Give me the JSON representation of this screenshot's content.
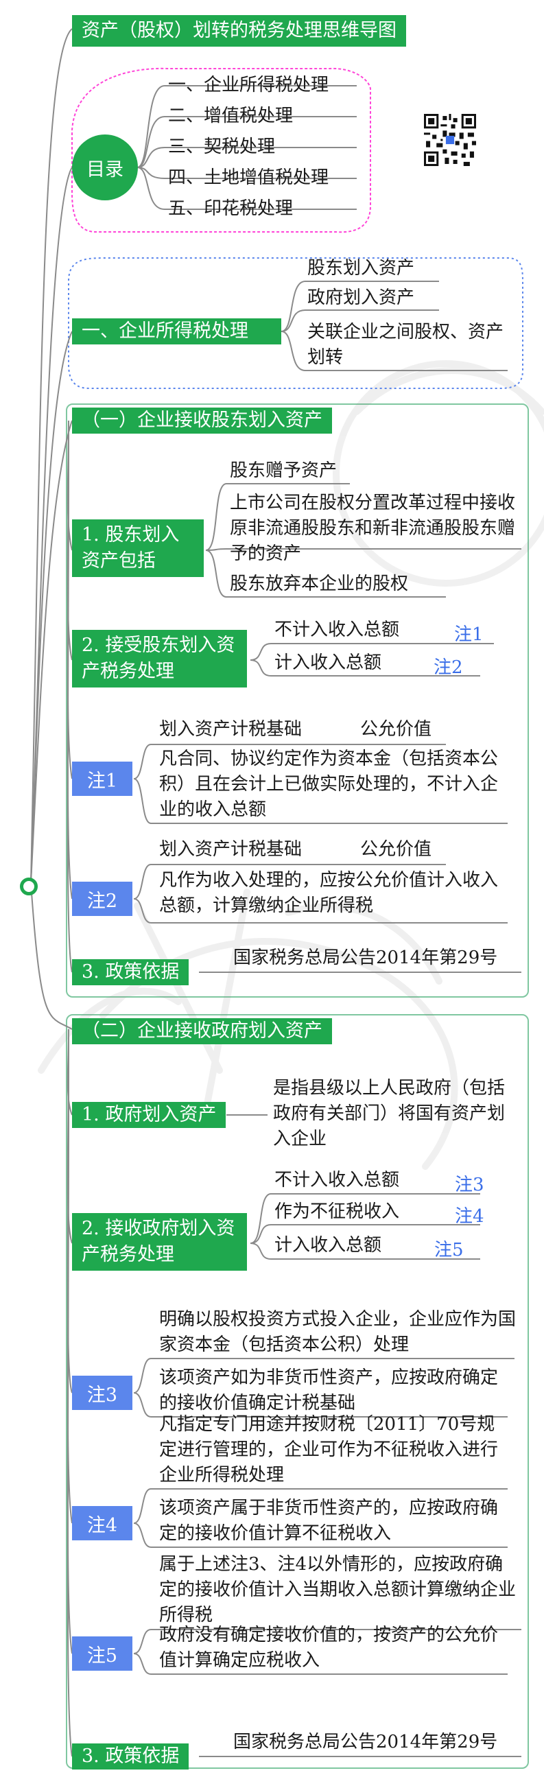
{
  "title": "资产（股权）划转的税务处理思维导图",
  "toc": {
    "label": "目录",
    "items": [
      "一、企业所得税处理",
      "二、增值税处理",
      "三、契税处理",
      "四、土地增值税处理",
      "五、印花税处理"
    ]
  },
  "sec1": {
    "label": "一、企业所得税处理",
    "items": [
      "股东划入资产",
      "政府划入资产",
      "关联企业之间股权、资产划转"
    ]
  },
  "partA": {
    "heading": "（一）企业接收股东划入资产",
    "n1": {
      "label": "1. 股东划入资产包括",
      "items": [
        "股东赠予资产",
        "上市公司在股权分置改革过程中接收原非流通股股东和新非流通股股东赠予的资产",
        "股东放弃本企业的股权"
      ]
    },
    "n2": {
      "label": "2. 接受股东划入资产税务处理",
      "items": [
        {
          "text": "不计入收入总额",
          "note": "注1"
        },
        {
          "text": "计入收入总额",
          "note": "注2"
        }
      ]
    },
    "note1": {
      "label": "注1",
      "basis_label": "划入资产计税基础",
      "basis_value": "公允价值",
      "text": "凡合同、协议约定作为资本金（包括资本公积）且在会计上已做实际处理的，不计入企业的收入总额"
    },
    "note2": {
      "label": "注2",
      "basis_label": "划入资产计税基础",
      "basis_value": "公允价值",
      "text": "凡作为收入处理的，应按公允价值计入收入总额，计算缴纳企业所得税"
    },
    "n3": {
      "label": "3. 政策依据",
      "text": "国家税务总局公告2014年第29号"
    }
  },
  "partB": {
    "heading": "（二）企业接收政府划入资产",
    "n1": {
      "label": "1. 政府划入资产",
      "text": "是指县级以上人民政府（包括政府有关部门）将国有资产划入企业"
    },
    "n2": {
      "label": "2. 接收政府划入资产税务处理",
      "items": [
        {
          "text": "不计入收入总额",
          "note": "注3"
        },
        {
          "text": "作为不征税收入",
          "note": "注4"
        },
        {
          "text": "计入收入总额",
          "note": "注5"
        }
      ]
    },
    "note3": {
      "label": "注3",
      "a": "明确以股权投资方式投入企业，企业应作为国家资本金（包括资本公积）处理",
      "b": "该项资产如为非货币性资产，应按政府确定的接收价值确定计税基础"
    },
    "note4": {
      "label": "注4",
      "a": "凡指定专门用途并按财税〔2011〕70号规定进行管理的，企业可作为不征税收入进行企业所得税处理",
      "b": "该项资产属于非货币性资产的，应按政府确定的接收价值计算不征税收入"
    },
    "note5": {
      "label": "注5",
      "a": "属于上述注3、注4以外情形的，应按政府确定的接收价值计入当期收入总额计算缴纳企业所得税",
      "b": "政府没有确定接收价值的，按资产的公允价值计算确定应税收入"
    },
    "n3": {
      "label": "3. 政策依据",
      "text": "国家税务总局公告2014年第29号"
    }
  },
  "colors": {
    "green": "#1fa84e",
    "blue": "#5b86ec",
    "note_blue": "#3a6ee8",
    "toc_border": "#ff44d8",
    "sec1_border": "#5b86ec"
  }
}
